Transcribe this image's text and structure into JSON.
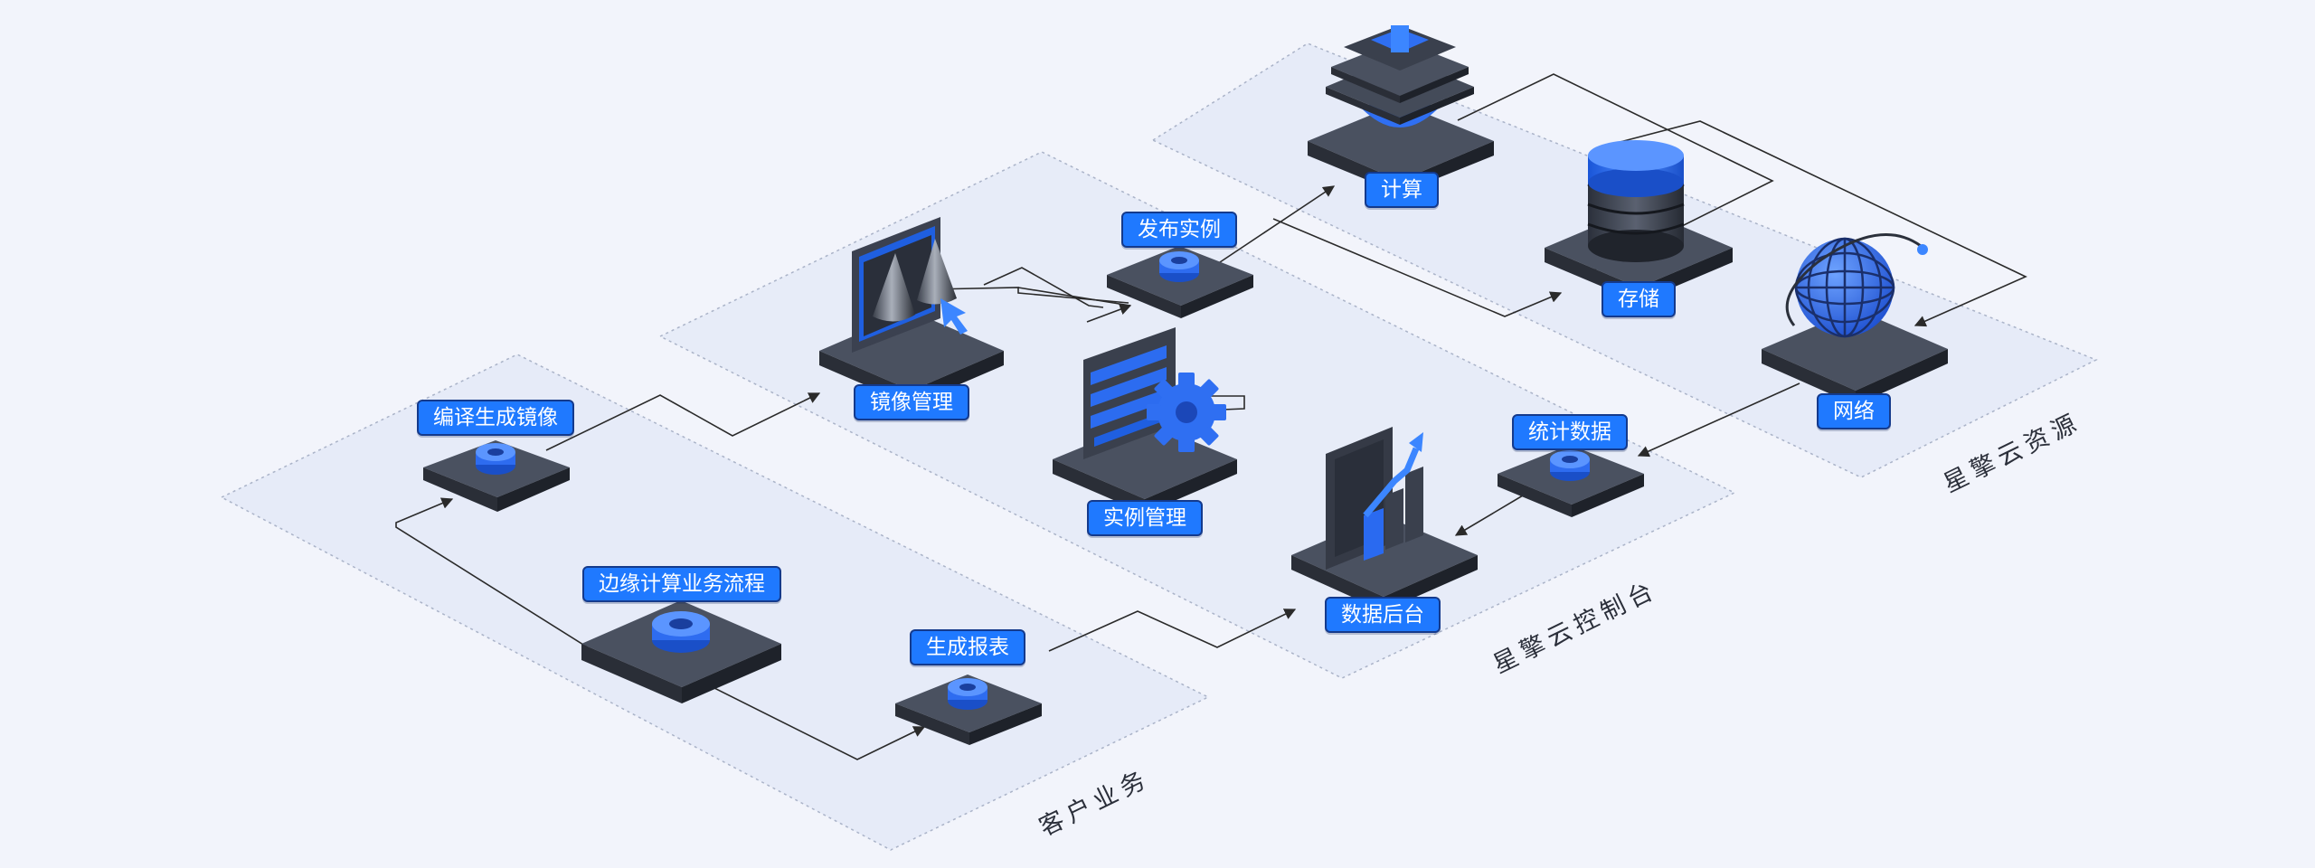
{
  "zones": {
    "customer": "客户业务",
    "console": "星擎云控制台",
    "resources": "星擎云资源"
  },
  "nodes": {
    "edge_flow": "边缘计算业务流程",
    "compile_image": "编译生成镜像",
    "generate_report": "生成报表",
    "image_mgmt": "镜像管理",
    "publish_instance": "发布实例",
    "instance_mgmt": "实例管理",
    "data_backend": "数据后台",
    "stats": "统计数据",
    "compute": "计算",
    "storage": "存储",
    "network": "网络"
  },
  "colors": {
    "accent": "#1f79ff",
    "label_border": "#143a8c",
    "platform": "#4a5160",
    "zone_fill": "#e6ebf8",
    "line": "#2a2a2a"
  }
}
